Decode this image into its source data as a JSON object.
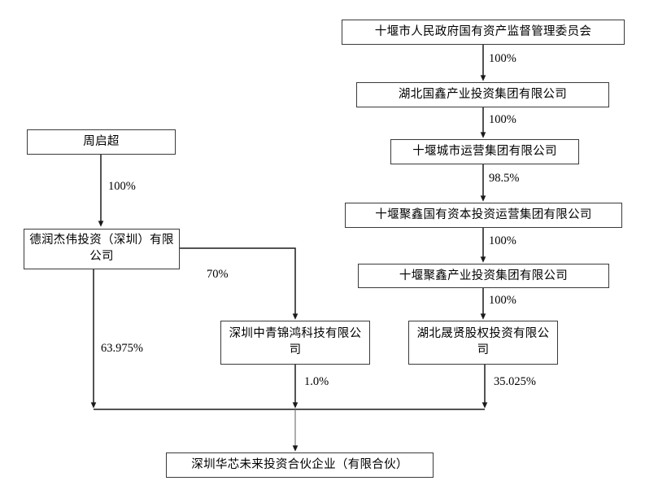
{
  "diagram": {
    "title": "Shenzhen Huaxin Weilai Investment Partnership ownership structure chart",
    "type": "ownership-structure-chart",
    "nodes": [
      {
        "id": "sasac",
        "label": "十堰市人民政府国有资产监督管理委员会"
      },
      {
        "id": "guoxin",
        "label": "湖北国鑫产业投资集团有限公司"
      },
      {
        "id": "chengshi",
        "label": "十堰城市运营集团有限公司"
      },
      {
        "id": "juxin_guoyou",
        "label": "十堰聚鑫国有资本投资运营集团有限公司"
      },
      {
        "id": "juxin_chanye",
        "label": "十堰聚鑫产业投资集团有限公司"
      },
      {
        "id": "shengxian",
        "label": "湖北晟贤股权投资有限公司"
      },
      {
        "id": "zhouqichao",
        "label": "周启超"
      },
      {
        "id": "derunjiewei",
        "label": "德润杰伟投资（深圳）有限公司"
      },
      {
        "id": "zhongqing",
        "label": "深圳中青锦鸿科技有限公司"
      },
      {
        "id": "huaxin",
        "label": "深圳华芯未来投资合伙企业（有限合伙）"
      }
    ],
    "edges": [
      {
        "from": "sasac",
        "to": "guoxin",
        "label": "100%"
      },
      {
        "from": "guoxin",
        "to": "chengshi",
        "label": "100%"
      },
      {
        "from": "chengshi",
        "to": "juxin_guoyou",
        "label": "98.5%"
      },
      {
        "from": "juxin_guoyou",
        "to": "juxin_chanye",
        "label": "100%"
      },
      {
        "from": "juxin_chanye",
        "to": "shengxian",
        "label": "100%"
      },
      {
        "from": "zhouqichao",
        "to": "derunjiewei",
        "label": "100%"
      },
      {
        "from": "derunjiewei",
        "to": "zhongqing",
        "label": "70%"
      },
      {
        "from": "derunjiewei",
        "to": "huaxin",
        "label": "63.975%"
      },
      {
        "from": "zhongqing",
        "to": "huaxin",
        "label": "1.0%"
      },
      {
        "from": "shengxian",
        "to": "huaxin",
        "label": "35.025%"
      }
    ],
    "colors": {
      "box_border": "#3a3a3a",
      "line": "#1a1a1a",
      "background": "#ffffff",
      "text": "#000000"
    }
  }
}
